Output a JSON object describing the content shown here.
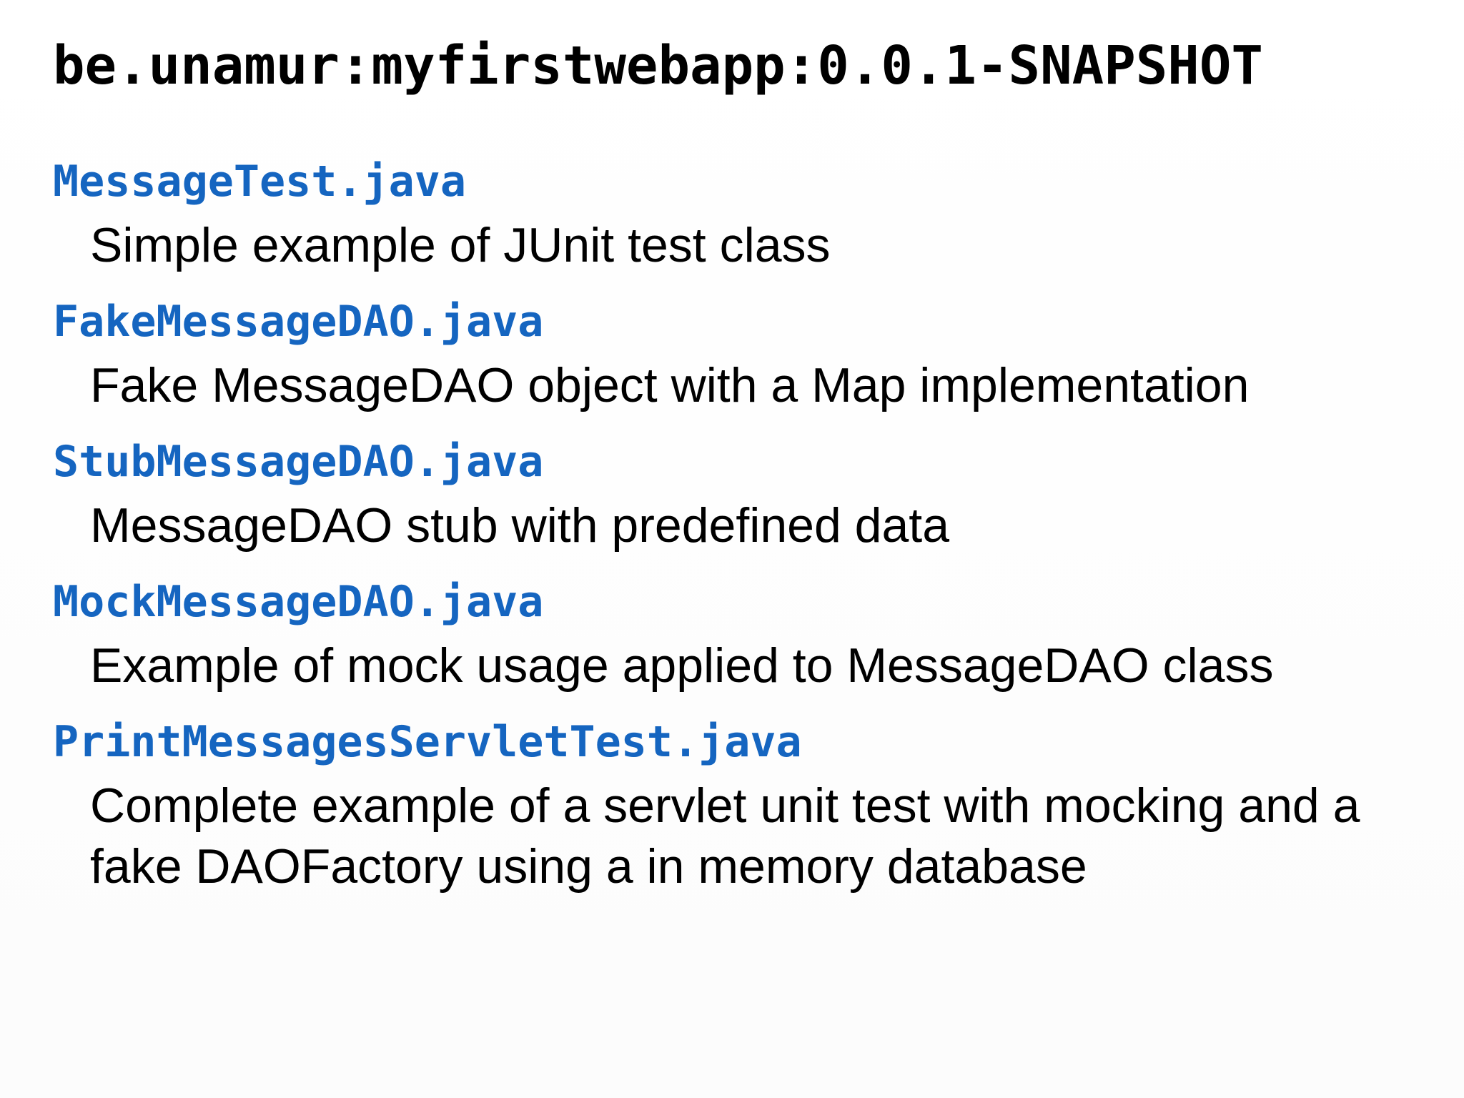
{
  "slide": {
    "title": "be.unamur:myfirstwebapp:0.0.1-SNAPSHOT",
    "items": [
      {
        "filename": "MessageTest.java",
        "description": "Simple example of JUnit test class"
      },
      {
        "filename": "FakeMessageDAO.java",
        "description": "Fake MessageDAO object with a Map implementation"
      },
      {
        "filename": "StubMessageDAO.java",
        "description": "MessageDAO stub with predefined data"
      },
      {
        "filename": "MockMessageDAO.java",
        "description": "Example of mock usage applied to MessageDAO class"
      },
      {
        "filename": "PrintMessagesServletTest.java",
        "description": "Complete example of a servlet unit test with mocking and a fake DAOFactory using a in memory database"
      }
    ]
  },
  "colors": {
    "filename": "#1565c0",
    "text": "#000000",
    "background": "#ffffff"
  }
}
